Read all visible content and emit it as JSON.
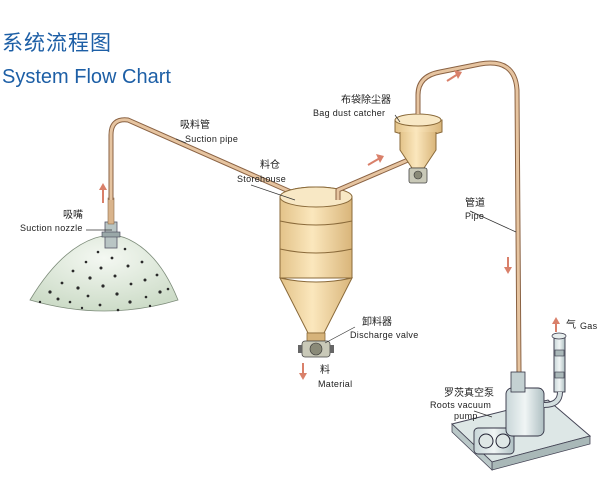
{
  "title": {
    "zh": "系统流程图",
    "en": "System Flow Chart"
  },
  "labels": {
    "suction_nozzle": {
      "zh": "吸嘴",
      "en": "Suction nozzle"
    },
    "suction_pipe": {
      "zh": "吸料管",
      "en": "Suction pipe"
    },
    "storehouse": {
      "zh": "料仓",
      "en": "Storehouse"
    },
    "bag_dust_catcher": {
      "zh": "布袋除尘器",
      "en": "Bag dust catcher"
    },
    "pipe": {
      "zh": "管道",
      "en": "Pipe"
    },
    "discharge_valve": {
      "zh": "卸料器",
      "en": "Discharge valve"
    },
    "material": {
      "zh": "料",
      "en": "Material"
    },
    "gas": {
      "zh": "气",
      "en": "Gas"
    },
    "roots_vacuum_pump": {
      "zh": "罗茨真空泵",
      "en_line1": "Roots vacuum",
      "en_line2": "pump"
    }
  },
  "colors": {
    "title": "#1d5fa6",
    "pipe": "#c89870",
    "vessel": "#f2d9a6",
    "arrow": "#d9806a",
    "pile": "#dfeadc"
  }
}
